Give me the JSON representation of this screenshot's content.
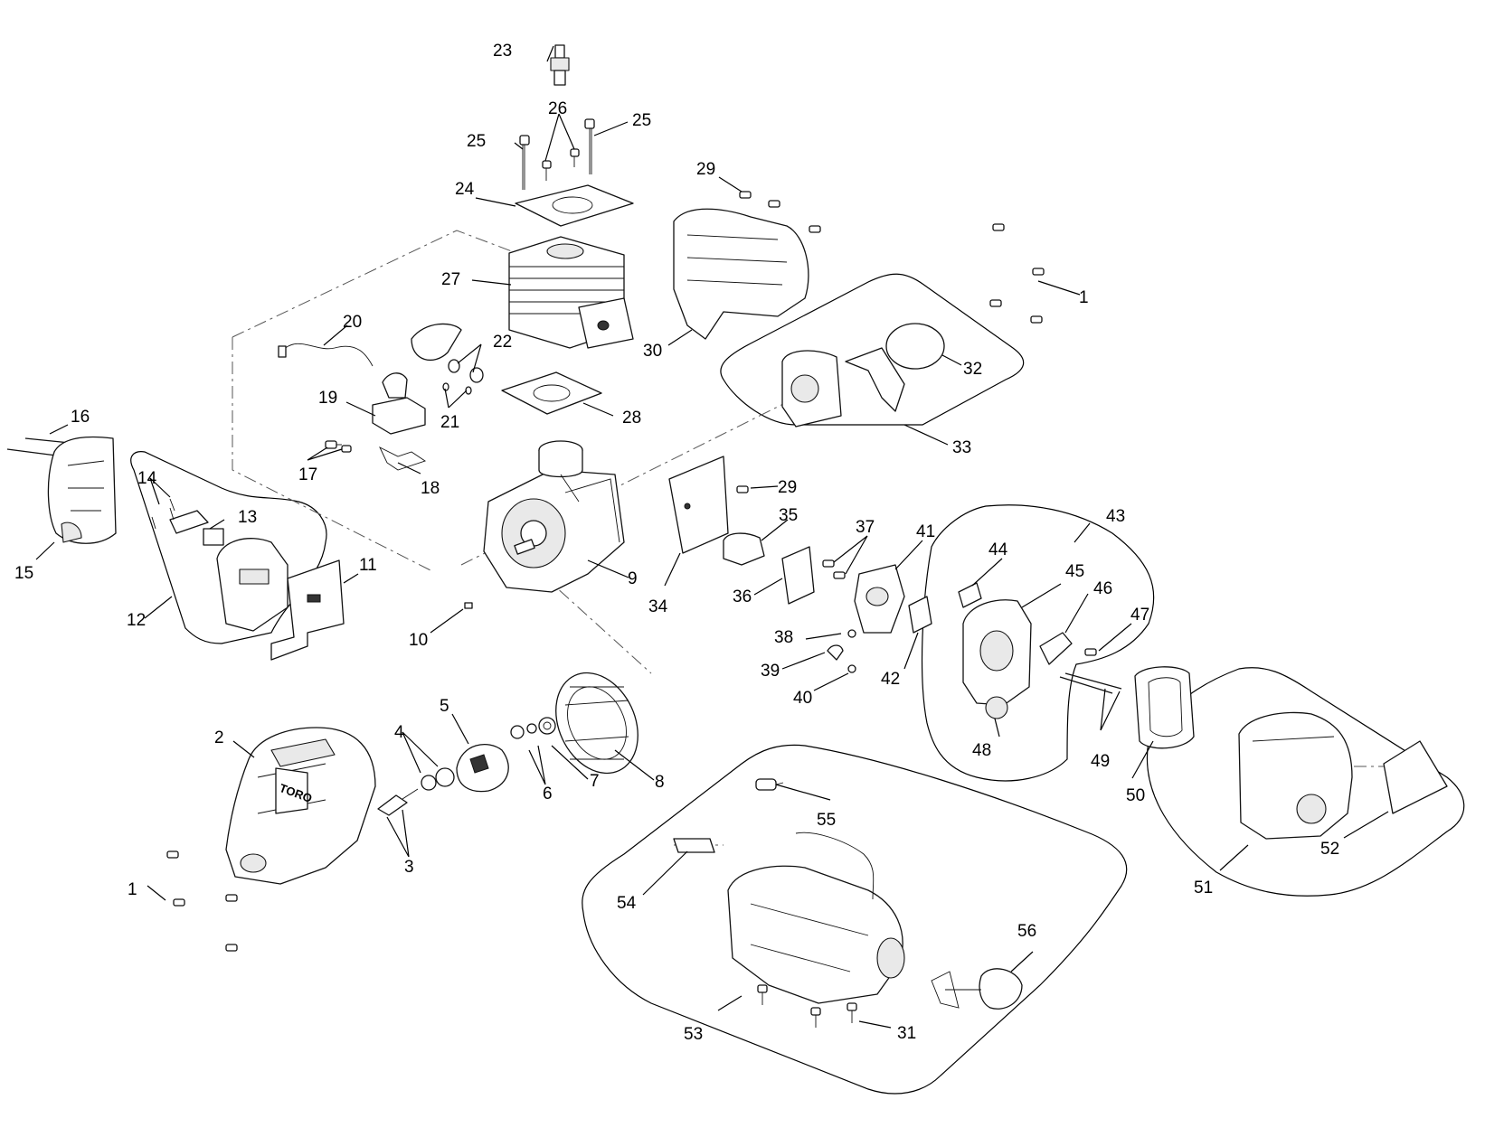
{
  "callouts": [
    "1",
    "2",
    "3",
    "4",
    "5",
    "6",
    "7",
    "8",
    "9",
    "10",
    "11",
    "12",
    "13",
    "14",
    "15",
    "16",
    "17",
    "18",
    "19",
    "20",
    "21",
    "22",
    "23",
    "24",
    "25",
    "26",
    "27",
    "28",
    "29",
    "30",
    "31",
    "32",
    "33",
    "34",
    "35",
    "36",
    "37",
    "38",
    "39",
    "40",
    "41",
    "42",
    "43",
    "44",
    "45",
    "46",
    "47",
    "48",
    "49",
    "50",
    "51",
    "52",
    "53",
    "54",
    "55",
    "56"
  ],
  "logo_text": "TORO"
}
